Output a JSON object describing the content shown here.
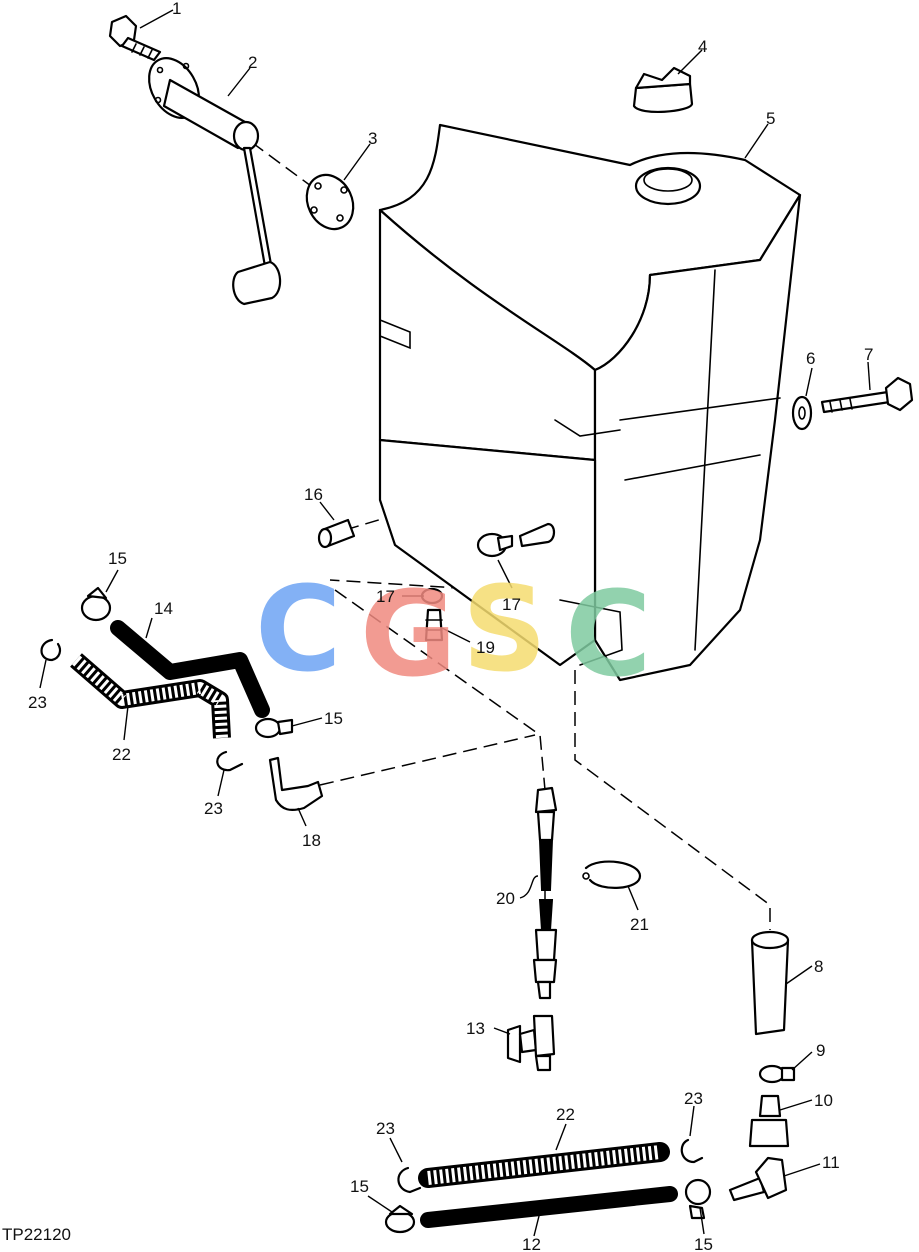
{
  "figure_ref": "TP22120",
  "watermark": {
    "text": "CGSC",
    "colors": [
      "#6ea4f4",
      "#f08a80",
      "#f5dc70",
      "#7fcba0"
    ]
  },
  "callouts": [
    {
      "id": "c1",
      "text": "1"
    },
    {
      "id": "c2",
      "text": "2"
    },
    {
      "id": "c3",
      "text": "3"
    },
    {
      "id": "c4",
      "text": "4"
    },
    {
      "id": "c5",
      "text": "5"
    },
    {
      "id": "c6",
      "text": "6"
    },
    {
      "id": "c7",
      "text": "7"
    },
    {
      "id": "c8",
      "text": "8"
    },
    {
      "id": "c9",
      "text": "9"
    },
    {
      "id": "c10",
      "text": "10"
    },
    {
      "id": "c11",
      "text": "11"
    },
    {
      "id": "c12",
      "text": "12"
    },
    {
      "id": "c13",
      "text": "13"
    },
    {
      "id": "c14",
      "text": "14"
    },
    {
      "id": "c15a",
      "text": "15"
    },
    {
      "id": "c15b",
      "text": "15"
    },
    {
      "id": "c15c",
      "text": "15"
    },
    {
      "id": "c15d",
      "text": "15"
    },
    {
      "id": "c16",
      "text": "16"
    },
    {
      "id": "c17a",
      "text": "17"
    },
    {
      "id": "c17b",
      "text": "17"
    },
    {
      "id": "c18",
      "text": "18"
    },
    {
      "id": "c19",
      "text": "19"
    },
    {
      "id": "c20",
      "text": "20"
    },
    {
      "id": "c21",
      "text": "21"
    },
    {
      "id": "c22a",
      "text": "22"
    },
    {
      "id": "c22b",
      "text": "22"
    },
    {
      "id": "c23a",
      "text": "23"
    },
    {
      "id": "c23b",
      "text": "23"
    },
    {
      "id": "c23c",
      "text": "23"
    },
    {
      "id": "c23d",
      "text": "23"
    }
  ]
}
